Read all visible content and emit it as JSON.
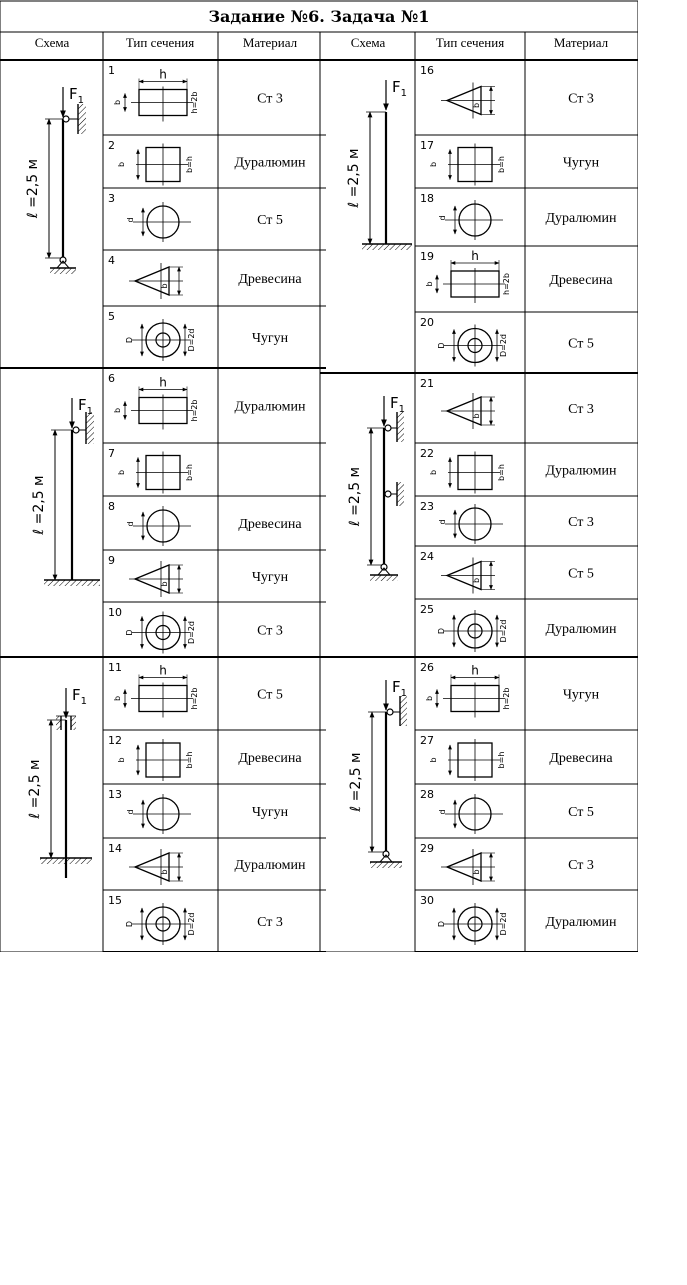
{
  "title": "Задание №6. Задача №1",
  "headers": [
    "Схема",
    "Тип сечения",
    "Материал",
    "Схема",
    "Тип сечения",
    "Материал"
  ],
  "scheme_labels": {
    "length": "ℓ =2,5 м",
    "force": "F",
    "force_sub": "1"
  },
  "dim_labels": {
    "h": "h",
    "b": "b",
    "h2b": "h=2b",
    "bh": "b=h",
    "d": "d",
    "D": "D",
    "D2d": "D=2d"
  },
  "variants": [
    {
      "n": "1",
      "section": "rect",
      "material": "Ст 3"
    },
    {
      "n": "2",
      "section": "square",
      "material": "Дуралюмин"
    },
    {
      "n": "3",
      "section": "circle",
      "material": "Ст 5"
    },
    {
      "n": "4",
      "section": "triangle",
      "material": "Древесина"
    },
    {
      "n": "5",
      "section": "ring",
      "material": "Чугун"
    },
    {
      "n": "6",
      "section": "rect",
      "material": "Дуралюмин"
    },
    {
      "n": "7",
      "section": "square",
      "material": ""
    },
    {
      "n": "8",
      "section": "circle",
      "material": "Древесина"
    },
    {
      "n": "9",
      "section": "triangle",
      "material": "Чугун"
    },
    {
      "n": "10",
      "section": "ring",
      "material": "Ст 3"
    },
    {
      "n": "11",
      "section": "rect",
      "material": "Ст 5"
    },
    {
      "n": "12",
      "section": "square",
      "material": "Древесина"
    },
    {
      "n": "13",
      "section": "circle",
      "material": "Чугун"
    },
    {
      "n": "14",
      "section": "triangle",
      "material": "Дуралюмин"
    },
    {
      "n": "15",
      "section": "ring",
      "material": "Ст 3"
    },
    {
      "n": "16",
      "section": "triangle",
      "material": "Ст 3"
    },
    {
      "n": "17",
      "section": "square",
      "material": "Чугун"
    },
    {
      "n": "18",
      "section": "circle",
      "material": "Дуралюмин"
    },
    {
      "n": "19",
      "section": "rect",
      "material": "Древесина"
    },
    {
      "n": "20",
      "section": "ring",
      "material": "Ст 5"
    },
    {
      "n": "21",
      "section": "triangle",
      "material": "Ст 3"
    },
    {
      "n": "22",
      "section": "square",
      "material": "Дуралюмин"
    },
    {
      "n": "23",
      "section": "circle",
      "material": "Ст 3"
    },
    {
      "n": "24",
      "section": "triangle",
      "material": "Ст 5"
    },
    {
      "n": "25",
      "section": "ring",
      "material": "Дуралюмин"
    },
    {
      "n": "26",
      "section": "rect",
      "material": "Чугун"
    },
    {
      "n": "27",
      "section": "square",
      "material": "Древесина"
    },
    {
      "n": "28",
      "section": "circle",
      "material": "Ст 5"
    },
    {
      "n": "29",
      "section": "triangle",
      "material": "Ст 3"
    },
    {
      "n": "30",
      "section": "ring",
      "material": "Дуралюмин"
    }
  ]
}
